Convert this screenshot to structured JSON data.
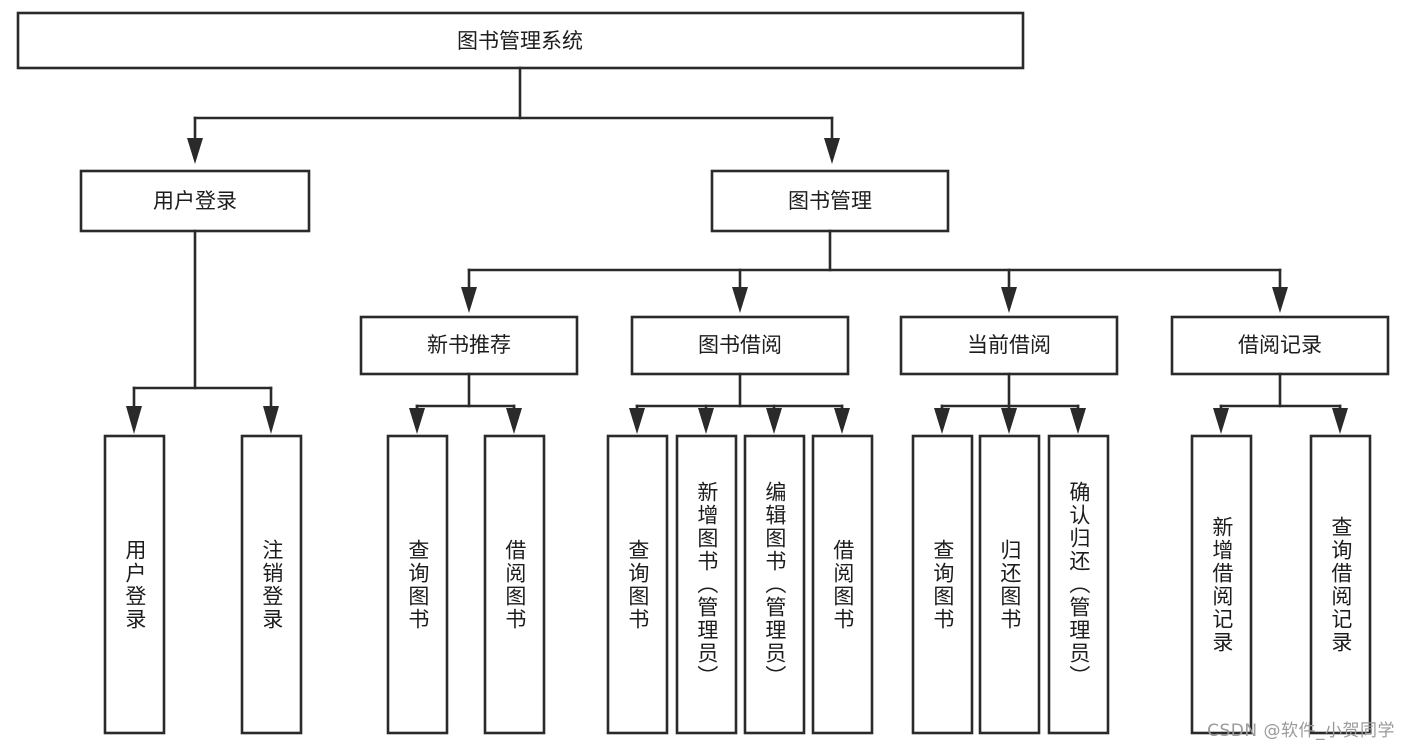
{
  "diagram": {
    "title": "图书管理系统",
    "type": "tree",
    "watermark": "CSDN @软件_小贺同学",
    "colors": {
      "box_stroke": "#2a2a2a",
      "box_fill": "#ffffff",
      "text": "#1d1d1d",
      "watermark": "#9a9a9a",
      "background": "#ffffff"
    },
    "root": {
      "label": "图书管理系统"
    },
    "level2": [
      {
        "label": "用户登录"
      },
      {
        "label": "图书管理"
      }
    ],
    "level3": [
      {
        "label": "新书推荐",
        "parent": "图书管理"
      },
      {
        "label": "图书借阅",
        "parent": "图书管理"
      },
      {
        "label": "当前借阅",
        "parent": "图书管理"
      },
      {
        "label": "借阅记录",
        "parent": "图书管理"
      }
    ],
    "leaves": {
      "用户登录": [
        {
          "label": "用户登录"
        },
        {
          "label": "注销登录"
        }
      ],
      "新书推荐": [
        {
          "label": "查询图书"
        },
        {
          "label": "借阅图书"
        }
      ],
      "图书借阅": [
        {
          "label": "查询图书"
        },
        {
          "label": "新增图书（管理员）"
        },
        {
          "label": "编辑图书（管理员）"
        },
        {
          "label": "借阅图书"
        }
      ],
      "当前借阅": [
        {
          "label": "查询图书"
        },
        {
          "label": "归还图书"
        },
        {
          "label": "确认归还（管理员）"
        }
      ],
      "借阅记录": [
        {
          "label": "新增借阅记录"
        },
        {
          "label": "查询借阅记录"
        }
      ]
    }
  }
}
